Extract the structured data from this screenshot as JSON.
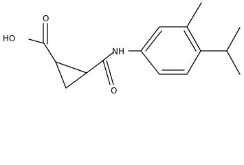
{
  "molecule": {
    "labels": {
      "hydroxyl": "HO",
      "carboxyl_oxygen": "O",
      "amide_nh": "NH",
      "amide_oxygen": "O"
    }
  }
}
